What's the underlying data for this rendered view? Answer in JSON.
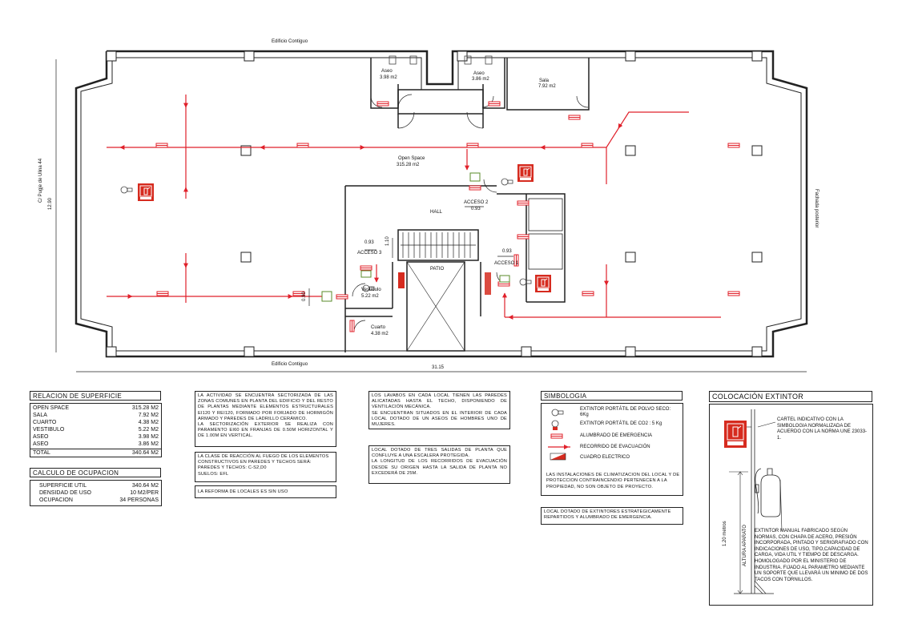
{
  "plan": {
    "top_neighbor": "Edificio Contiguo",
    "bottom_neighbor": "Edificio Contiguo",
    "left_street": "C/ Pugje de Ulina 44",
    "right_facade": "Fachada posterior",
    "dim_left": "12.90",
    "dim_bottom": "31.15",
    "open_space_label": "Open Space",
    "open_space_area": "315.28 m2",
    "aseo1_label": "Aseo",
    "aseo1_area": "3.98 m2",
    "aseo2_label": "Aseo",
    "aseo2_area": "3.86 m2",
    "sala_label": "Sala",
    "sala_area": "7.92 m2",
    "hall_label": "HALL",
    "patio_label": "PATIO",
    "vestibulo_label": "Vestíbulo",
    "vestibulo_area": "5.22 m2",
    "cuarto_label": "Cuarto",
    "cuarto_area": "4.38 m2",
    "acceso1": "ACCESO 1",
    "acceso2": "ACCESO 2",
    "acceso3": "ACCESO 3",
    "dim_093a": "0.93",
    "dim_093b": "0.93",
    "dim_093c": "0.93",
    "dim_110": "1.10",
    "dim_090": "0.90"
  },
  "superficie": {
    "title": "RELACION DE SUPERFICIE",
    "rows": [
      {
        "label": "OPEN SPACE",
        "value": "315.28 M2"
      },
      {
        "label": "SALA",
        "value": "7.92 M2"
      },
      {
        "label": "CUARTO",
        "value": "4.38 M2"
      },
      {
        "label": "VESTIBULO",
        "value": "5.22 M2"
      },
      {
        "label": "ASEO",
        "value": "3.98 M2"
      },
      {
        "label": "ASEO",
        "value": "3.86 M2"
      },
      {
        "label": "TOTAL",
        "value": "340.64 M2"
      }
    ]
  },
  "ocupacion": {
    "title": "CALCULO DE OCUPACION",
    "rows": [
      {
        "label": "SUPERFICIE UTIL",
        "value": "340.64 M2"
      },
      {
        "label": "DENSIDAD DE USO",
        "value": "10 M2/PER"
      },
      {
        "label": "OCUPACION",
        "value": "34 PERSONAS"
      }
    ]
  },
  "notes": {
    "n1": "LA ACTIVIDAD SE ENCUENTRA SECTORIZADA DE LAS ZONAS COMUNES EN PLANTA DEL EDIFICIO Y DEL RESTO DE PLANTAS MEDIANTE ELEMENTOS ESTRUCTURALES EI120 Y REI120, FORMADO POR FORJADO DE HORMIGÓN ARMADO Y PAREDES DE LADRILLO CERÁMICO.\nLA SECTORIZACIÓN EXTERIOR SE REALIZA CON PARAMENTO EI60 EN FRANJAS DE 0.50M HORIZONTAL Y DE 1.00M EN VERTICAL.",
    "n2": "LA CLASE DE REACCIÓN AL FUEGO DE LOS ELEMENTOS CONSTRUCTIVOS EN PAREDES Y TECHOS SERÁ:\nPAREDES Y TECHOS: C-s2,d0\nSUELOS: EFL",
    "n3": "LA REFORMA DE LOCALES ES SIN USO",
    "n4": "LOS LAVABOS EN CADA LOCAL TIENEN LAS PAREDES ALICATADAS HASTA EL TECHO, DISPONIENDO DE VENTILACIÓN MECÁNICA.\nSE ENCUENTRAN SITUADOS EN EL INTERIOR DE CADA LOCAL DOTADO DE UN ASEOS DE HOMBRES UNO DE MUJERES.",
    "n5": "LOCAL DOTADO DE TRES SALIDAS DE PLANTA QUE CONFLUYE A UNA ESCALERA PROTEGIDA.\nLA LONGITUD DE LOS RECORRIDOS DE EVACUACIÓN DESDE SU ORIGEN HASTA LA SALIDA DE PLANTA NO EXCEDERÁ DE 25M."
  },
  "simbologia": {
    "title": "SIMBOLOGIA",
    "items": [
      {
        "icon": "extinguisher-polvo-icon",
        "label": "EXTINTOR PORTÁTIL DE POLVO SECO: 6Kg"
      },
      {
        "icon": "extinguisher-co2-icon",
        "label": "EXTINTOR PORTÁTIL DE CO2 : 5 Kg"
      },
      {
        "icon": "emergency-light-icon",
        "label": "ALUMBRADO DE EMERGENCIA"
      },
      {
        "icon": "evacuation-route-icon",
        "label": "RECORRIDO DE EVACUACIÓN"
      },
      {
        "icon": "electrical-panel-icon",
        "label": "CUADRO ELECTRICO"
      }
    ],
    "note1": "LAS INSTALACIONES DE CLIMATIZACION DEL LOCAL Y DE PROTECCION CONTRAINCENDIO PERTENECEN A LA PROPIEDAD, NO SON OBJETO DE PROYECTO.",
    "note2": "LOCAL DOTADO DE EXTINTORES ESTRATEGICAMENTE REPARTIDOS Y ALUMBRADO DE EMERGENCIA."
  },
  "colocacion": {
    "title": "COLOCACIÓN EXTINTOR",
    "cartel": "CARTEL INDICATIVO CON LA SIMBOLOGIA NORMALIZADA DE ACUERDO CON LA NORMA UNE 23033-1.",
    "altura": "ALTURA APARATO",
    "altura_dim": "1.20 metros",
    "desc": "EXTINTOR MANUAL FABRICADO SEGÚN NORMAS, CON CHAPA DE ACERO, PRESIÓN INCORPORADA, PINTADO Y SERIGRAFIADO CON INDICACIONES DE USO, TIPO,CAPACIDAD DE CARGA, VIDA UTIL Y TIEMPO DE DESCARGA. HOMOLOGADO POR EL MINISTERIO DE INDUSTRIA. FIJADO AL PARAMETRO MEDIANTE UN SOPORTE QUE LLEVARÁ UN MINIMO DE DOS TACOS CON TORNILLOS."
  },
  "colors": {
    "line": "#222222",
    "red": "#e0202a",
    "sign_red": "#d62b1f"
  }
}
